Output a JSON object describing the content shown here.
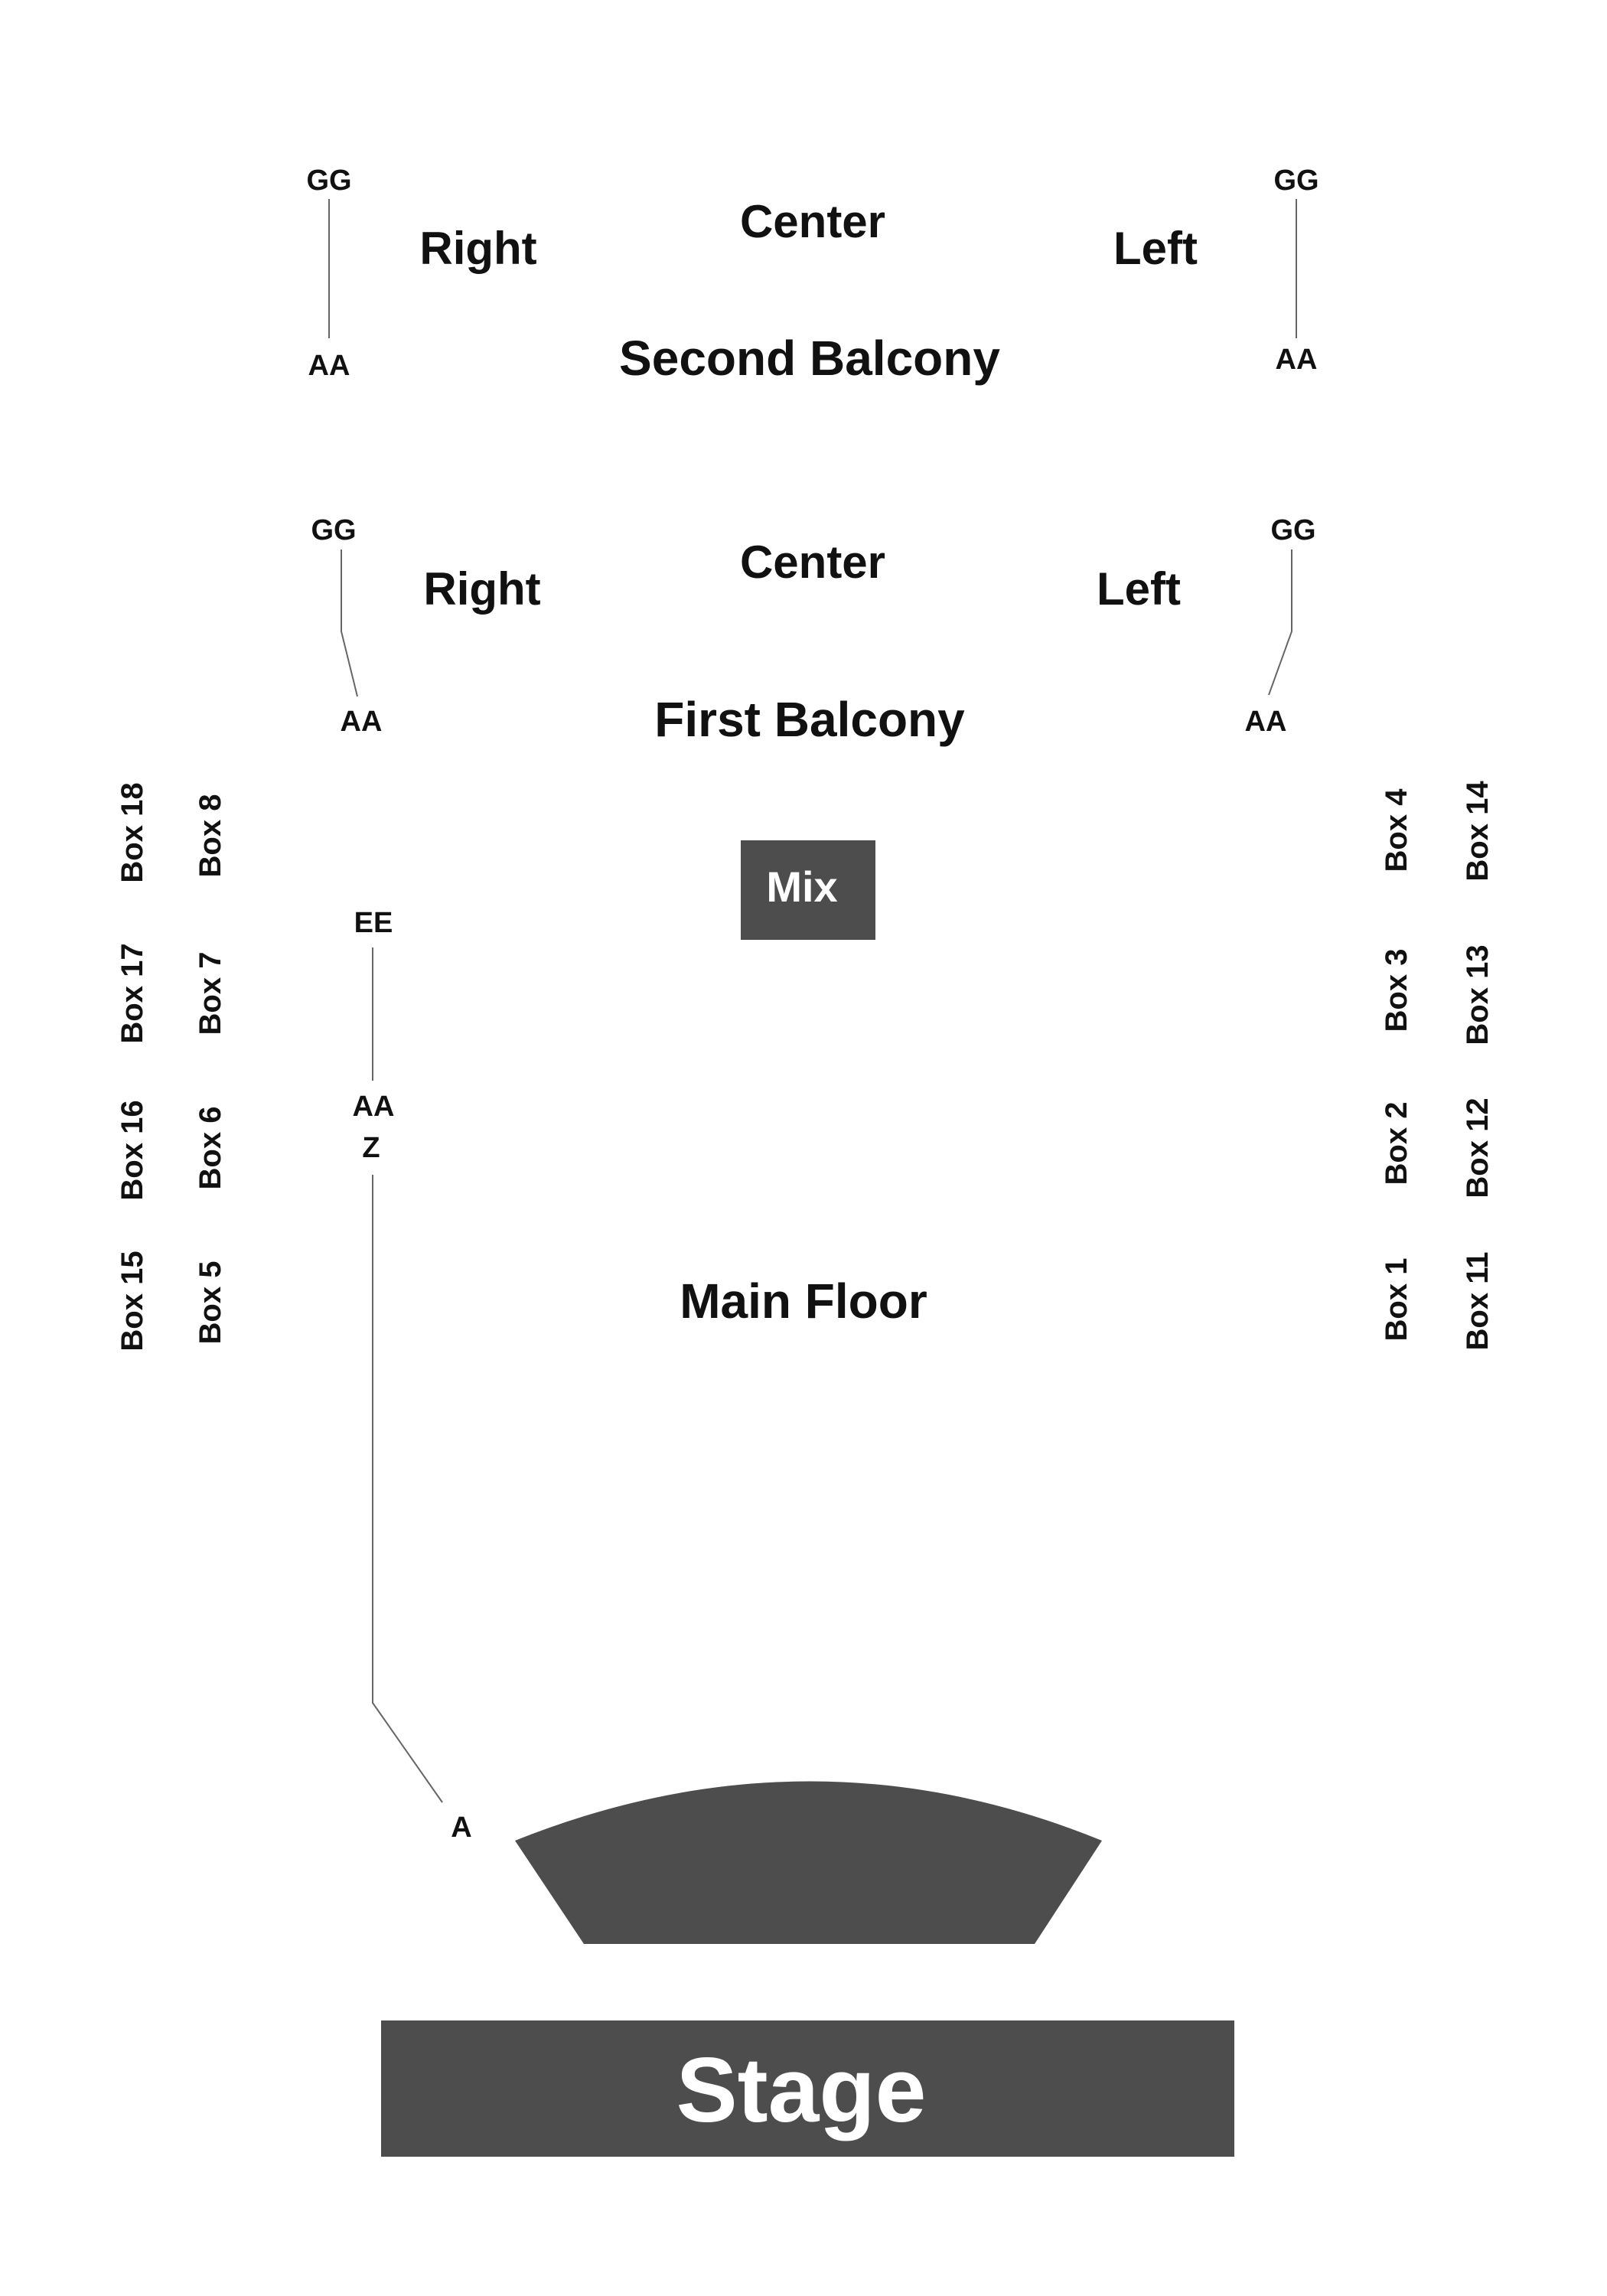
{
  "second_balcony": {
    "title": "Second Balcony",
    "right": "Right",
    "center": "Center",
    "left": "Left",
    "row_top_left": "GG",
    "row_bottom_left": "AA",
    "row_top_right": "GG",
    "row_bottom_right": "AA"
  },
  "first_balcony": {
    "title": "First Balcony",
    "right": "Right",
    "center": "Center",
    "left": "Left",
    "row_top_left": "GG",
    "row_bottom_left": "AA",
    "row_top_right": "GG",
    "row_bottom_right": "AA"
  },
  "main_floor": {
    "title": "Main Floor",
    "mix": "Mix",
    "row_ee": "EE",
    "row_aa": "AA",
    "row_z": "Z",
    "row_a": "A"
  },
  "boxes": {
    "left_outer": [
      "Box 18",
      "Box 17",
      "Box 16",
      "Box 15"
    ],
    "left_inner": [
      "Box 8",
      "Box 7",
      "Box 6",
      "Box 5"
    ],
    "right_inner": [
      "Box 4",
      "Box 3",
      "Box 2",
      "Box 1"
    ],
    "right_outer": [
      "Box 14",
      "Box 13",
      "Box 12",
      "Box 11"
    ]
  },
  "stage": {
    "label": "Stage"
  },
  "colors": {
    "dark_fill": "#4d4d4d",
    "line": "#666666",
    "text": "#111111"
  }
}
